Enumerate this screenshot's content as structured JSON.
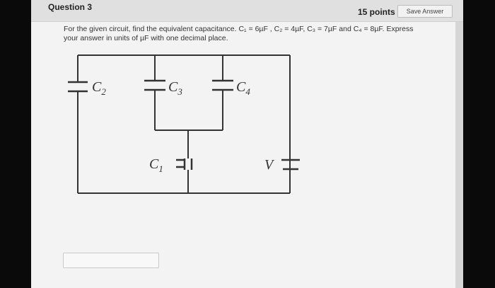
{
  "question": {
    "title": "Question 3",
    "points": "15 points",
    "save_label": "Save Answer",
    "prompt_line1": "For the given circuit, find the equivalent capacitance. C₁ = 6µF , C₂ = 4µF, C₃ = 7µF and C₄ = 8µF. Express",
    "prompt_line2": "your answer in units of µF with one decimal place."
  },
  "circuit": {
    "labels": {
      "c2": "C",
      "c2_sub": "2",
      "c3": "C",
      "c3_sub": "3",
      "c4": "C",
      "c4_sub": "4",
      "c1": "C",
      "c1_sub": "1",
      "v": "V"
    }
  },
  "answer": {
    "value": "",
    "placeholder": ""
  }
}
